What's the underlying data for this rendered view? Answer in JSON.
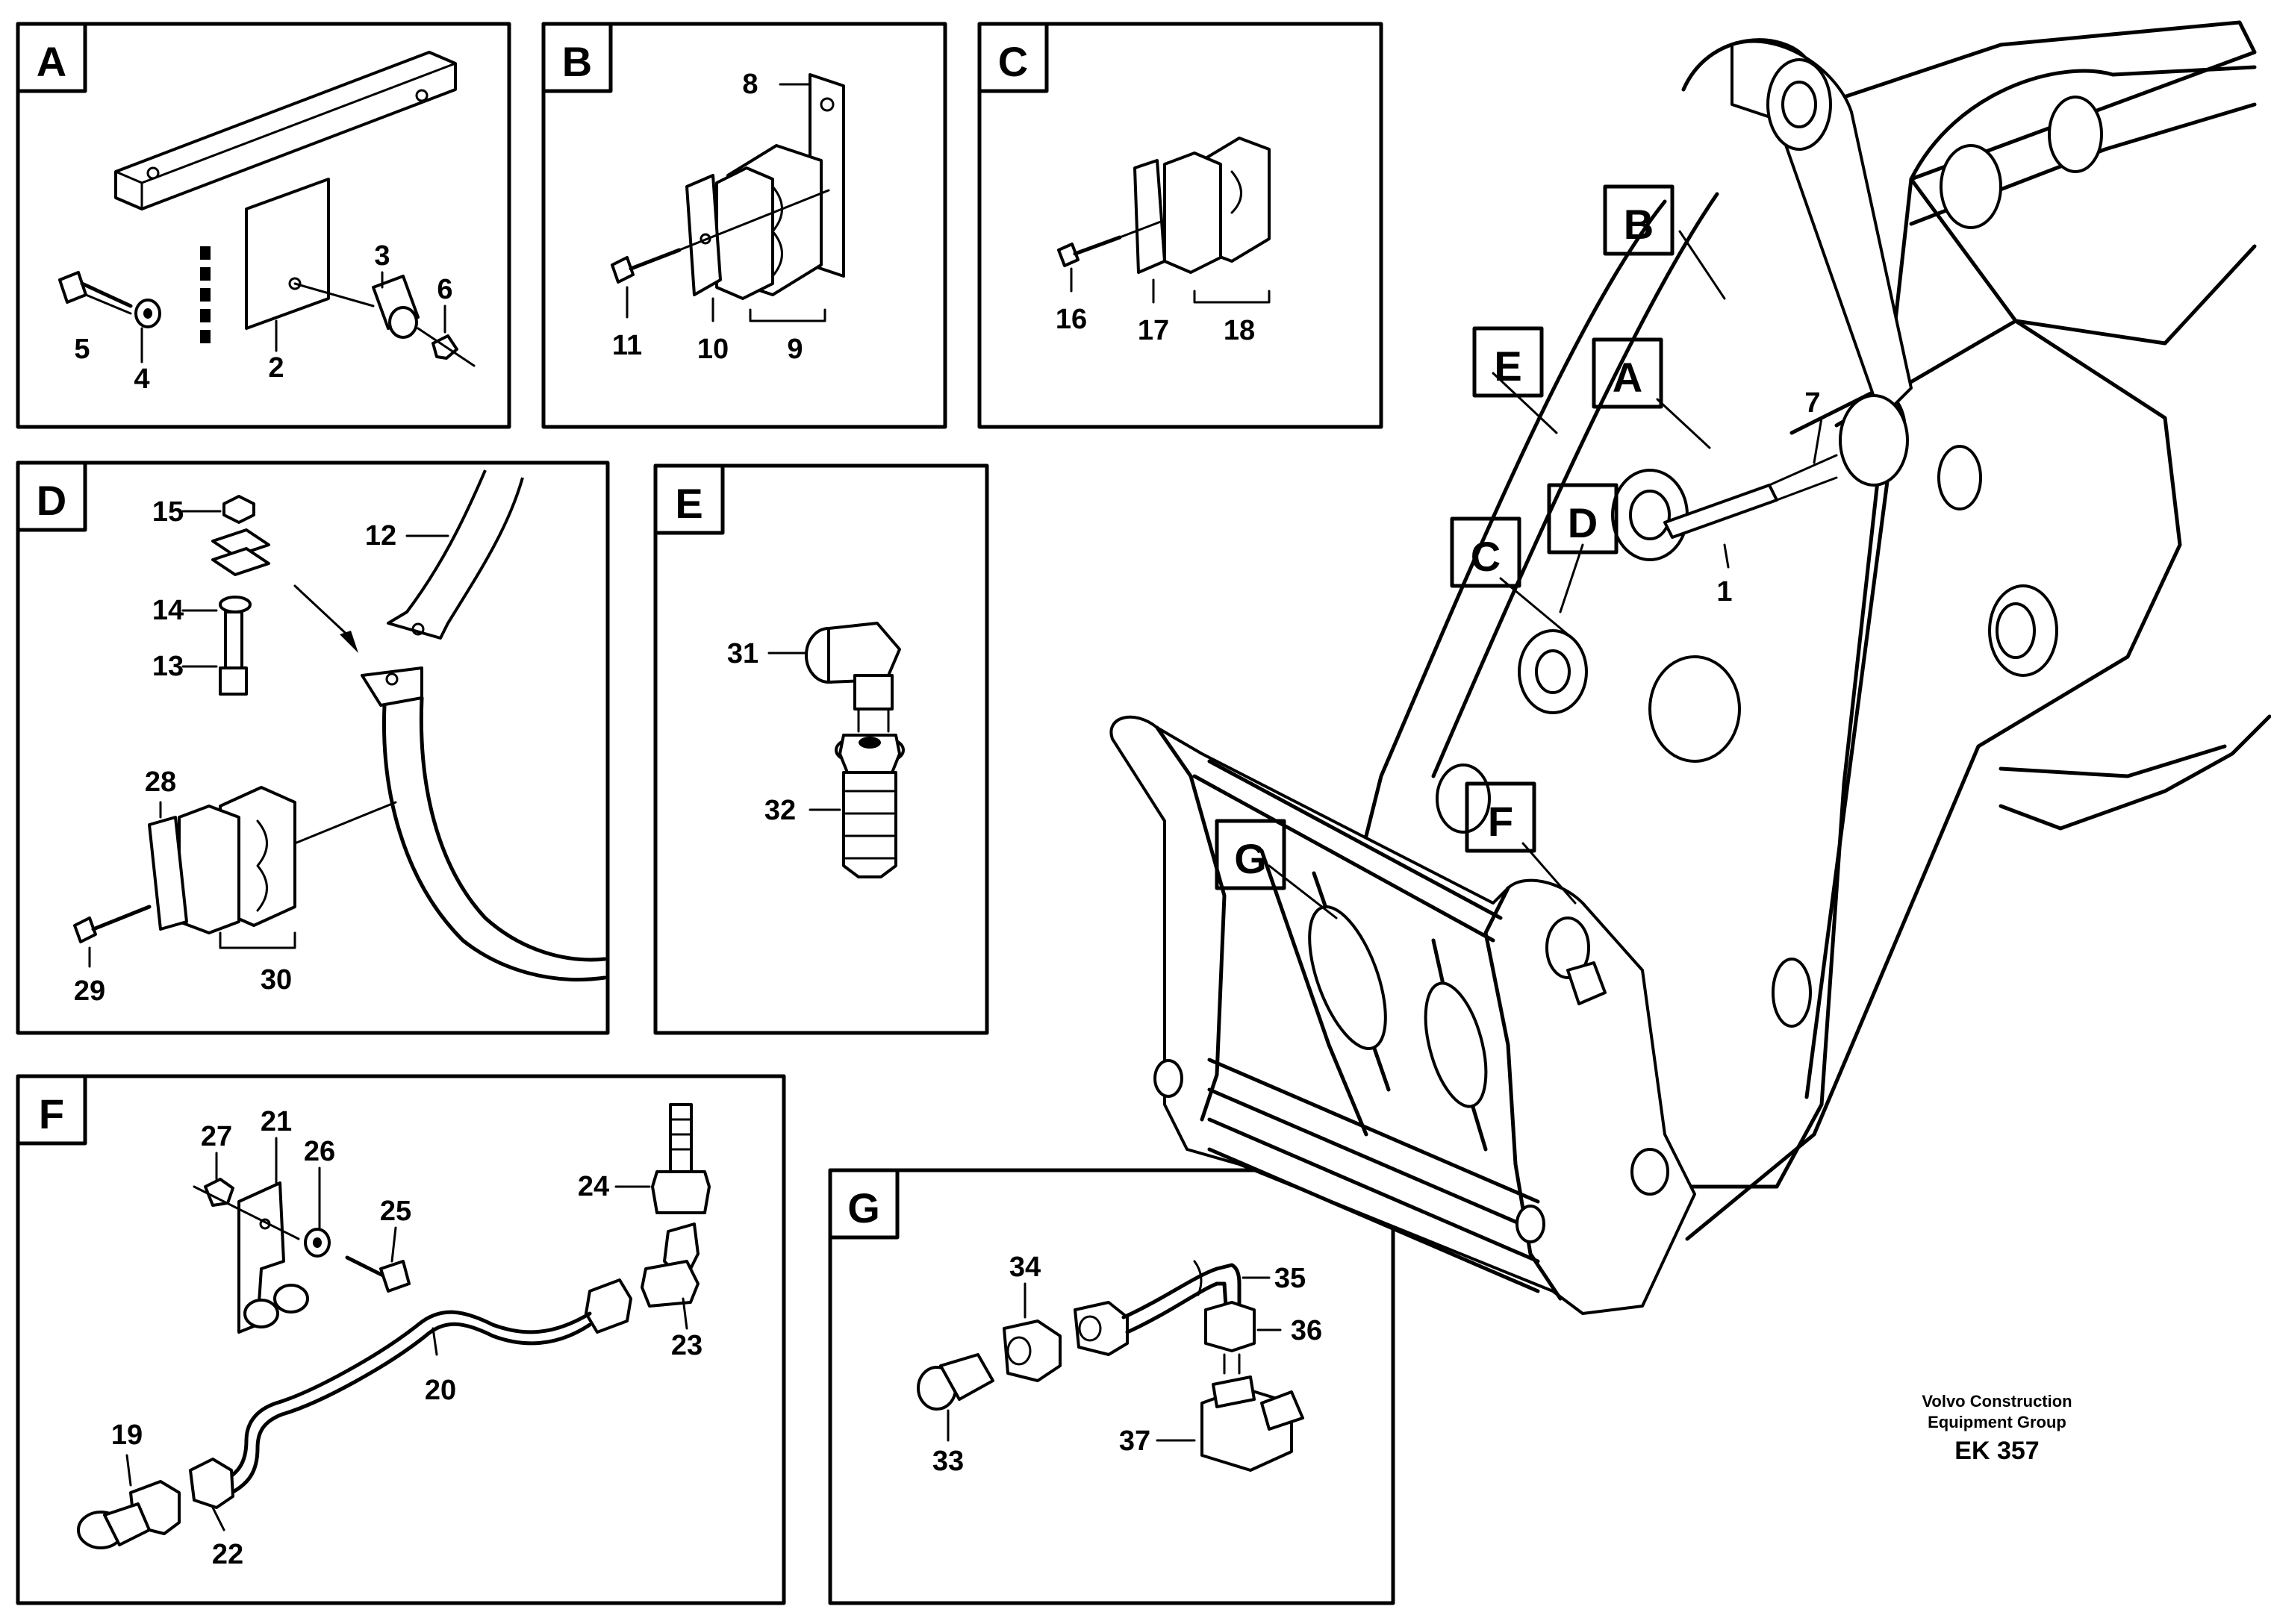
{
  "panels": {
    "A": {
      "label": "A",
      "callouts": [
        "5",
        "4",
        "2",
        "3",
        "6"
      ]
    },
    "B": {
      "label": "B",
      "callouts": [
        "8",
        "11",
        "10",
        "9"
      ]
    },
    "C": {
      "label": "C",
      "callouts": [
        "16",
        "17",
        "18"
      ]
    },
    "D": {
      "label": "D",
      "callouts": [
        "15",
        "14",
        "13",
        "12",
        "28",
        "29",
        "30"
      ]
    },
    "E": {
      "label": "E",
      "callouts": [
        "31",
        "32"
      ]
    },
    "F": {
      "label": "F",
      "callouts": [
        "27",
        "21",
        "26",
        "25",
        "24",
        "23",
        "20",
        "19",
        "22"
      ]
    },
    "G": {
      "label": "G",
      "callouts": [
        "34",
        "35",
        "36",
        "33",
        "37"
      ]
    }
  },
  "overview": {
    "markers": [
      "B",
      "E",
      "A",
      "C",
      "D",
      "F",
      "G"
    ],
    "callouts": [
      "7",
      "1"
    ]
  },
  "credit": {
    "line1": "Volvo Construction",
    "line2": "Equipment Group",
    "code": "EK 357"
  }
}
